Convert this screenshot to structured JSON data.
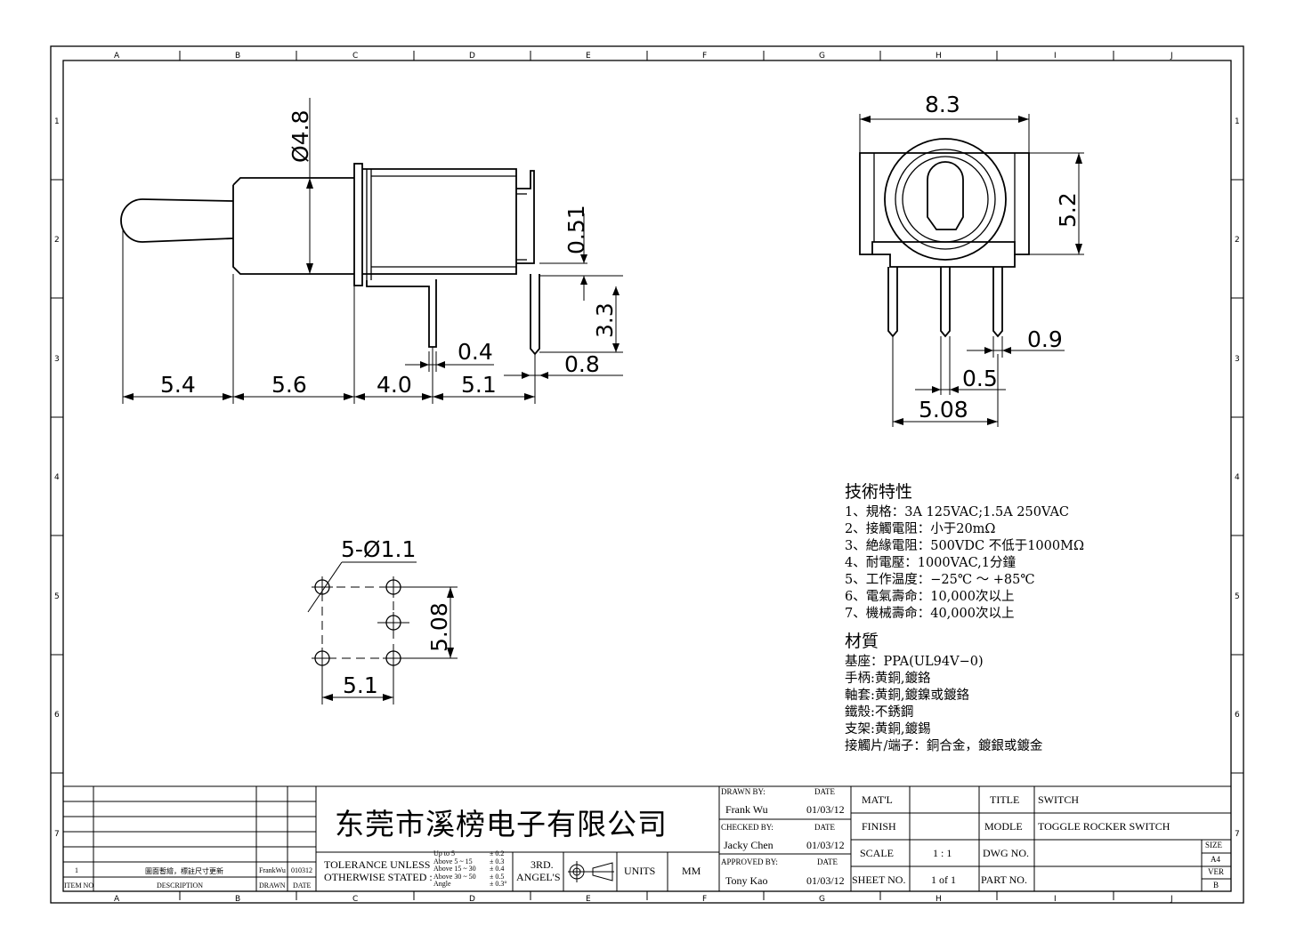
{
  "grid": {
    "columns": [
      "A",
      "B",
      "C",
      "D",
      "E",
      "F",
      "G",
      "H",
      "I",
      "J"
    ],
    "rows": [
      "1",
      "2",
      "3",
      "4",
      "5",
      "6",
      "7"
    ]
  },
  "side_view": {
    "diameter_label": "Ø4.8",
    "dim_0_51": "0.51",
    "dim_3_3": "3.3",
    "dim_5_4": "5.4",
    "dim_5_6": "5.6",
    "dim_4_0": "4.0",
    "dim_0_4": "0.4",
    "dim_5_1": "5.1",
    "dim_0_8": "0.8"
  },
  "front_view": {
    "dim_8_3": "8.3",
    "dim_5_2": "5.2",
    "dim_0_9": "0.9",
    "dim_0_5": "0.5",
    "dim_5_08": "5.08"
  },
  "pcb_layout": {
    "hole_label": "5-Ø1.1",
    "dim_5_08": "5.08",
    "dim_5_1": "5.1"
  },
  "specs": {
    "tech_heading": "技術特性",
    "tech_lines": [
      "1、規格：3A 125VAC;1.5A 250VAC",
      "2、接觸電阻：小于20mΩ",
      "3、絶緣電阻：500VDC 不低于1000MΩ",
      "4、耐電壓：1000VAC,1分鐘",
      "5、工作温度：−25℃ ～ +85℃",
      "6、電氣壽命：10,000次以上",
      "7、機械壽命：40,000次以上"
    ],
    "material_heading": "材質",
    "material_lines": [
      "基座：PPA(UL94V−0)",
      "手柄:黄銅,鍍鉻",
      "軸套:黄銅,鍍鎳或鍍鉻",
      "鐵殼:不銹鋼",
      "支架:黄銅,鍍錫",
      "接觸片/端子：銅合金，鍍銀或鍍金"
    ]
  },
  "title_block": {
    "company": "东莞市溪榜电子有限公司",
    "revision": {
      "item": "1",
      "description": "圖面暫繪，標註尺寸更新",
      "drawn": "FrankWu",
      "date": "010312",
      "item_header": "ITEM NO",
      "description_header": "DESCRIPTION",
      "drawn_header": "DRAWN",
      "date_header": "DATE"
    },
    "tolerance_label_1": "TOLERANCE UNLESS",
    "tolerance_label_2": "OTHERWISE STATED :",
    "tolerance_ranges": [
      "Up to 5",
      "Above 5 ~ 15",
      "Above 15 ~ 30",
      "Above 30 ~ 50",
      "Angle"
    ],
    "tolerance_values": [
      "± 0.2",
      "± 0.3",
      "± 0.4",
      "± 0.5",
      "± 0.3°"
    ],
    "projection_1": "3RD.",
    "projection_2": "ANGEL'S",
    "units_label": "UNITS",
    "units_value": "MM",
    "drawn_by_label": "DRAWN BY:",
    "drawn_by": "Frank Wu",
    "drawn_date": "01/03/12",
    "checked_by_label": "CHECKED BY:",
    "checked_by": "Jacky Chen",
    "checked_date": "01/03/12",
    "approved_by_label": "APPROVED BY:",
    "approved_by": "Tony Kao",
    "approved_date": "01/03/12",
    "date_label": "DATE",
    "matl_label": "MAT'L",
    "matl_value": "",
    "finish_label": "FINISH",
    "finish_value": "",
    "scale_label": "SCALE",
    "scale_value": "1 : 1",
    "sheet_label": "SHEET NO.",
    "sheet_value": "1 of 1",
    "title_label": "TITLE",
    "title_value": "SWITCH",
    "model_label": "MODLE",
    "model_value": "TOGGLE ROCKER SWITCH",
    "dwg_label": "DWG NO.",
    "dwg_value": "",
    "part_label": "PART NO.",
    "part_value": "",
    "size_label": "SIZE",
    "size_value": "A4",
    "ver_label": "VER",
    "ver_value": "B"
  }
}
